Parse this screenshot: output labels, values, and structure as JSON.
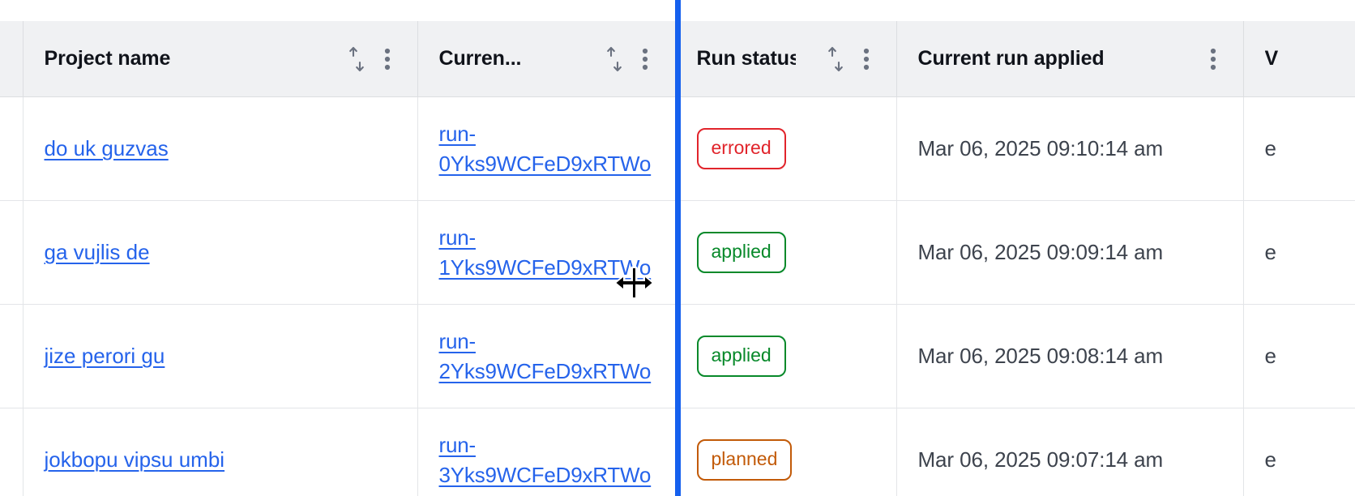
{
  "table": {
    "columns": [
      {
        "key": "pad",
        "label": "",
        "sortable": false,
        "has_menu": false,
        "truncated": false
      },
      {
        "key": "name",
        "label": "Project name",
        "sortable": true,
        "has_menu": true,
        "truncated": false
      },
      {
        "key": "run",
        "label": "Curren...",
        "sortable": true,
        "has_menu": true,
        "truncated": true
      },
      {
        "key": "status",
        "label": "Run status",
        "sortable": true,
        "has_menu": true,
        "truncated": false
      },
      {
        "key": "applied",
        "label": "Current run applied",
        "sortable": false,
        "has_menu": true,
        "truncated": false
      },
      {
        "key": "last",
        "label": "V",
        "sortable": false,
        "has_menu": false,
        "truncated": true
      }
    ],
    "rows": [
      {
        "project_name": "do uk guzvas",
        "current_run": "run-0Yks9WCFeD9xRTWo",
        "run_status": "errored",
        "run_status_color": "#e1242b",
        "current_run_applied": "Mar 06, 2025 09:10:14 am",
        "last_col": "e"
      },
      {
        "project_name": "ga vujlis de",
        "current_run": "run-1Yks9WCFeD9xRTWo",
        "run_status": "applied",
        "run_status_color": "#07892a",
        "current_run_applied": "Mar 06, 2025 09:09:14 am",
        "last_col": "e"
      },
      {
        "project_name": "jize perori gu",
        "current_run": "run-2Yks9WCFeD9xRTWo",
        "run_status": "applied",
        "run_status_color": "#07892a",
        "current_run_applied": "Mar 06, 2025 09:08:14 am",
        "last_col": "e"
      },
      {
        "project_name": "jokbopu vipsu umbi",
        "current_run": "run-3Yks9WCFeD9xRTWo",
        "run_status": "planned",
        "run_status_color": "#c25a08",
        "current_run_applied": "Mar 06, 2025 09:07:14 am",
        "last_col": "e"
      }
    ]
  },
  "interaction": {
    "resize_indicator_color": "#1560ee",
    "cursor": "col-resize"
  },
  "theme": {
    "header_background": "#f0f1f3",
    "header_text": "#10131a",
    "link_color": "#2563eb",
    "body_text": "#3d434d",
    "grid_line": "#e3e5e8",
    "header_grid_line": "#dcdee1"
  }
}
